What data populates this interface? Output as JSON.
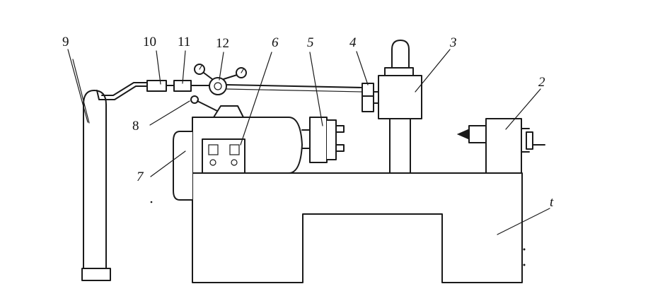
{
  "labels": {
    "l1": "t",
    "l2": "2",
    "l3": "3",
    "l4": "4",
    "l5": "5",
    "l6": "6",
    "l7": "7",
    "l8": "8",
    "l9": "9",
    "l10": "10",
    "l11": "11",
    "l12": "12"
  }
}
